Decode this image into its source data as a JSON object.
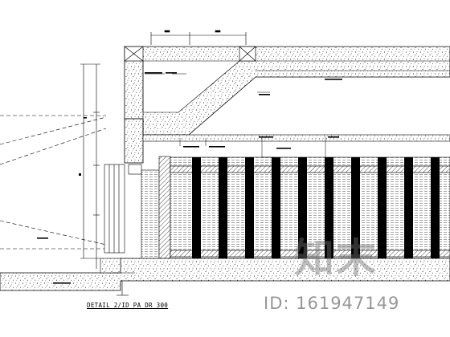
{
  "drawing": {
    "detail_title": "DETAIL 2/ID PA DR 300"
  },
  "watermark": {
    "logo_text": "知末",
    "id_text": "ID: 161947149"
  },
  "colors": {
    "line": "#000000",
    "background": "#ffffff",
    "watermark": "#808080"
  }
}
